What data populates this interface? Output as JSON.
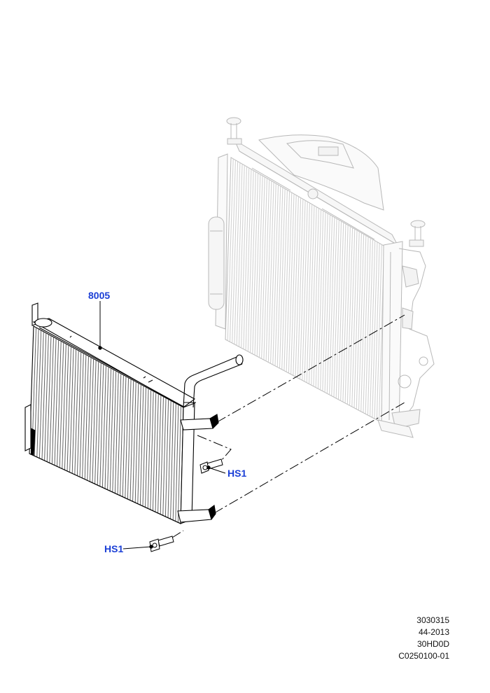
{
  "colors": {
    "callout": "#1b3fd6",
    "line": "#000000",
    "ghost": "#b8b8b8"
  },
  "callouts": {
    "cooler_part": "8005",
    "bolt_upper": "HS1",
    "bolt_lower": "HS1"
  },
  "reference": {
    "line1": "3030315",
    "line2": "44-2013",
    "line3": "30HD0D",
    "line4": "C0250100-01"
  }
}
